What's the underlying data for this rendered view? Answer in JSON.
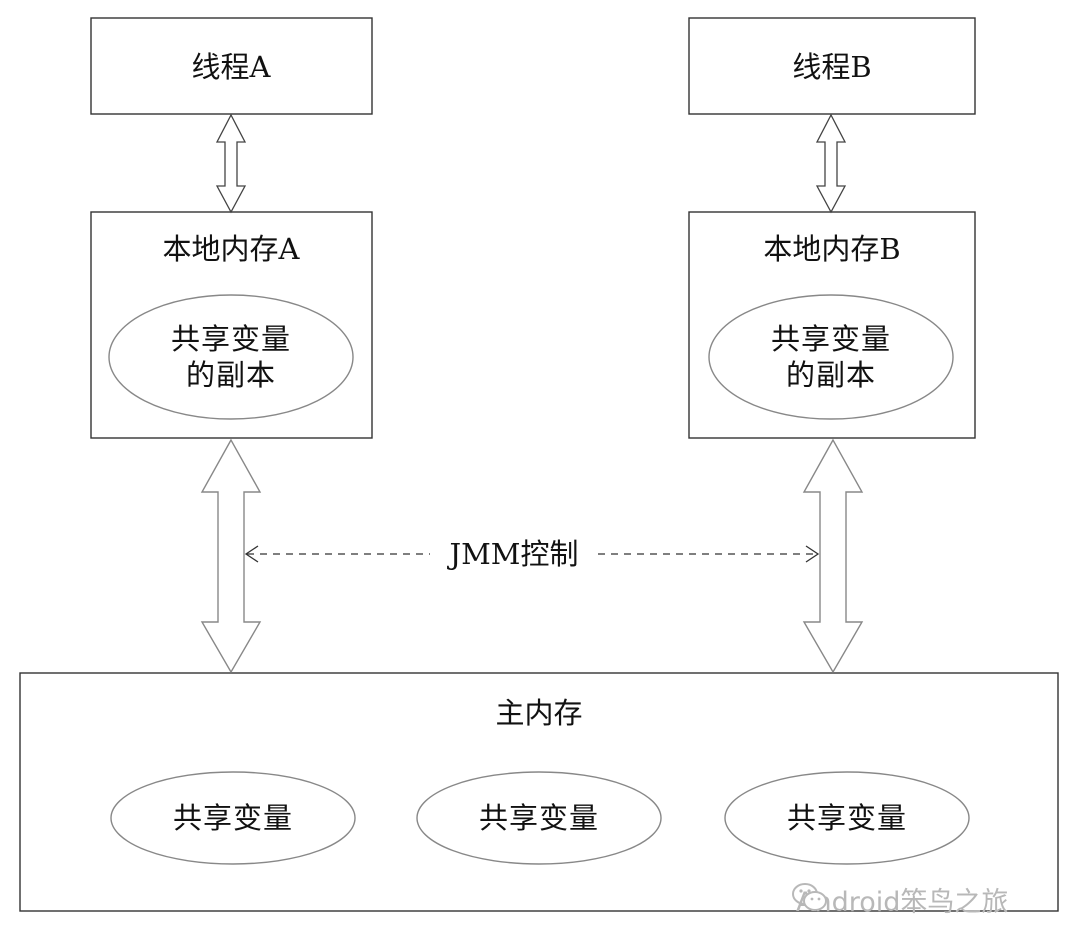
{
  "thread_a": {
    "label": "线程A"
  },
  "thread_b": {
    "label": "线程B"
  },
  "local_memory_a": {
    "label": "本地内存A",
    "copy_line1": "共享变量",
    "copy_line2": "的副本"
  },
  "local_memory_b": {
    "label": "本地内存B",
    "copy_line1": "共享变量",
    "copy_line2": "的副本"
  },
  "control": {
    "label": "JMM控制"
  },
  "main_memory": {
    "label": "主内存",
    "variables": [
      "共享变量",
      "共享变量",
      "共享变量"
    ]
  },
  "watermark": {
    "text": "Android笨鸟之旅",
    "icon": "wechat-icon"
  },
  "colors": {
    "line": "#333333",
    "oval": "#888888",
    "watermark": "#b8b8b8"
  }
}
